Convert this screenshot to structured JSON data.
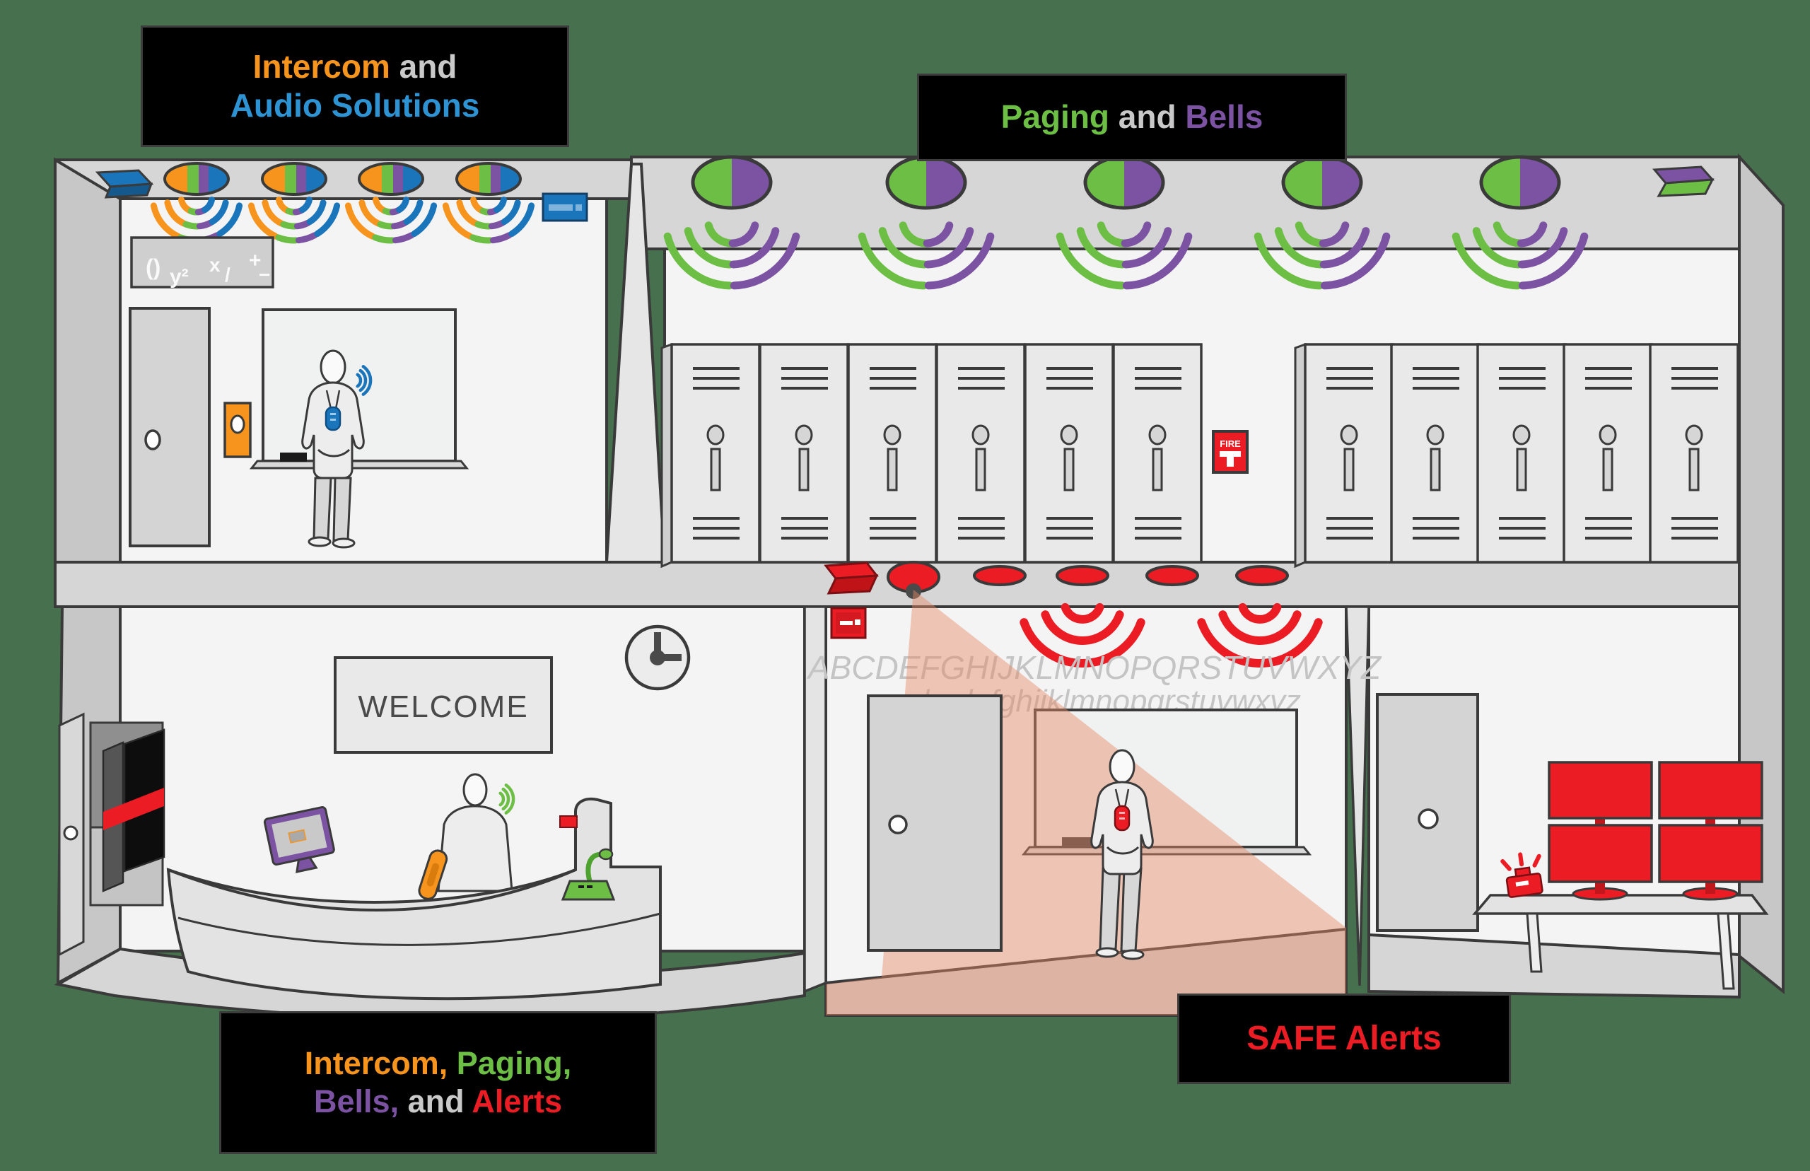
{
  "labels": {
    "intercom_audio": {
      "l1p1": "Intercom",
      "l1p2": " and",
      "l2": "Audio Solutions"
    },
    "paging_bells": {
      "p1": "Paging",
      "p2": " and ",
      "p3": "Bells"
    },
    "intercom_paging_bells_alerts": {
      "l1p1": "Intercom,",
      "l1p2": " Paging,",
      "l2p1": "Bells,",
      "l2p2": " and ",
      "l2p3": "Alerts"
    },
    "safe_alerts": {
      "text": "SAFE Alerts"
    }
  },
  "rooms": {
    "classroom": {
      "poster_glyphs": [
        "()",
        "y²",
        "x",
        "/",
        "+",
        "−"
      ]
    },
    "hallway": {
      "fire_alarm_label": "FIRE"
    },
    "reception": {
      "welcome_sign": "WELCOME"
    },
    "safe_classroom": {
      "alphabet_upper": "ABCDEFGHIJKLMNOPQRSTUVWXYZ",
      "alphabet_lower": "abcdefghijklmnopqrstuvwxyz"
    }
  },
  "colors": {
    "background_green": "#47704E",
    "orange": "#F7941E",
    "green": "#6CBE45",
    "purple": "#7C52A3",
    "audio_blue": "#2E93D3",
    "device_blue": "#1B75BB",
    "alert_red": "#EC1C24",
    "label_background": "#000000",
    "and_text_gray": "#C9C9C9",
    "wall_white": "#f4f4f4",
    "ceiling_gray": "#d6d6d6",
    "alert_cone_tint": "rgba(231,139,104,0.45)"
  }
}
